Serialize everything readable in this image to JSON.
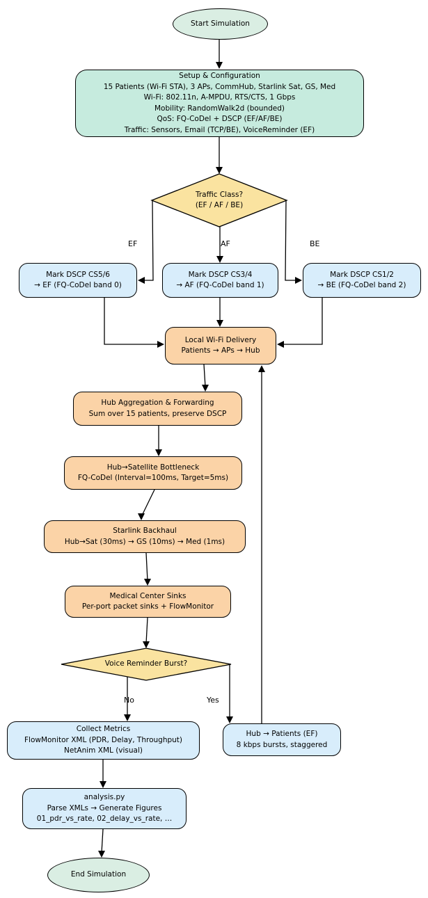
{
  "colors": {
    "node_fill_terminal": "#daeee3",
    "node_fill_setup": "#c6ebde",
    "node_fill_decision": "#fae3a0",
    "node_fill_process": "#d8edfb",
    "node_fill_backbone": "#fbd3a7",
    "edge_stroke": "#000000"
  },
  "nodes": {
    "start": {
      "label": "Start Simulation"
    },
    "setup": {
      "lines": [
        "Setup & Configuration",
        "15 Patients (Wi-Fi STA), 3 APs, CommHub, Starlink Sat, GS, Med",
        "Wi-Fi: 802.11n, A-MPDU, RTS/CTS, 1 Gbps",
        "Mobility: RandomWalk2d (bounded)",
        "QoS: FQ-CoDel + DSCP (EF/AF/BE)",
        "Traffic: Sensors, Email (TCP/BE), VoiceReminder (EF)"
      ]
    },
    "traffic_class": {
      "lines": [
        "Traffic Class?",
        "(EF / AF / BE)"
      ]
    },
    "mark_ef": {
      "lines": [
        "Mark DSCP CS5/6",
        "→ EF (FQ-CoDel band 0)"
      ]
    },
    "mark_af": {
      "lines": [
        "Mark DSCP CS3/4",
        "→ AF (FQ-CoDel band 1)"
      ]
    },
    "mark_be": {
      "lines": [
        "Mark DSCP CS1/2",
        "→ BE (FQ-CoDel band 2)"
      ]
    },
    "wifi": {
      "lines": [
        "Local Wi-Fi Delivery",
        "Patients → APs → Hub"
      ]
    },
    "hub_agg": {
      "lines": [
        "Hub Aggregation & Forwarding",
        "Sum over 15 patients, preserve DSCP"
      ]
    },
    "bottleneck": {
      "lines": [
        "Hub→Satellite Bottleneck",
        "FQ-CoDel (Interval=100ms, Target=5ms)"
      ]
    },
    "backhaul": {
      "lines": [
        "Starlink Backhaul",
        "Hub→Sat (30ms) → GS (10ms) → Med (1ms)"
      ]
    },
    "sinks": {
      "lines": [
        "Medical Center Sinks",
        "Per-port packet sinks + FlowMonitor"
      ]
    },
    "voice_burst": {
      "lines": [
        "Voice Reminder Burst?"
      ]
    },
    "collect": {
      "lines": [
        "Collect Metrics",
        "FlowMonitor XML (PDR, Delay, Throughput)",
        "NetAnim XML (visual)"
      ]
    },
    "hub_patients": {
      "lines": [
        "Hub → Patients (EF)",
        "8 kbps bursts, staggered"
      ]
    },
    "analysis": {
      "lines": [
        "analysis.py",
        "Parse XMLs → Generate Figures",
        "01_pdr_vs_rate, 02_delay_vs_rate, …"
      ]
    },
    "end": {
      "label": "End Simulation"
    }
  },
  "edge_labels": {
    "ef": "EF",
    "af": "AF",
    "be": "BE",
    "no": "No",
    "yes": "Yes"
  }
}
